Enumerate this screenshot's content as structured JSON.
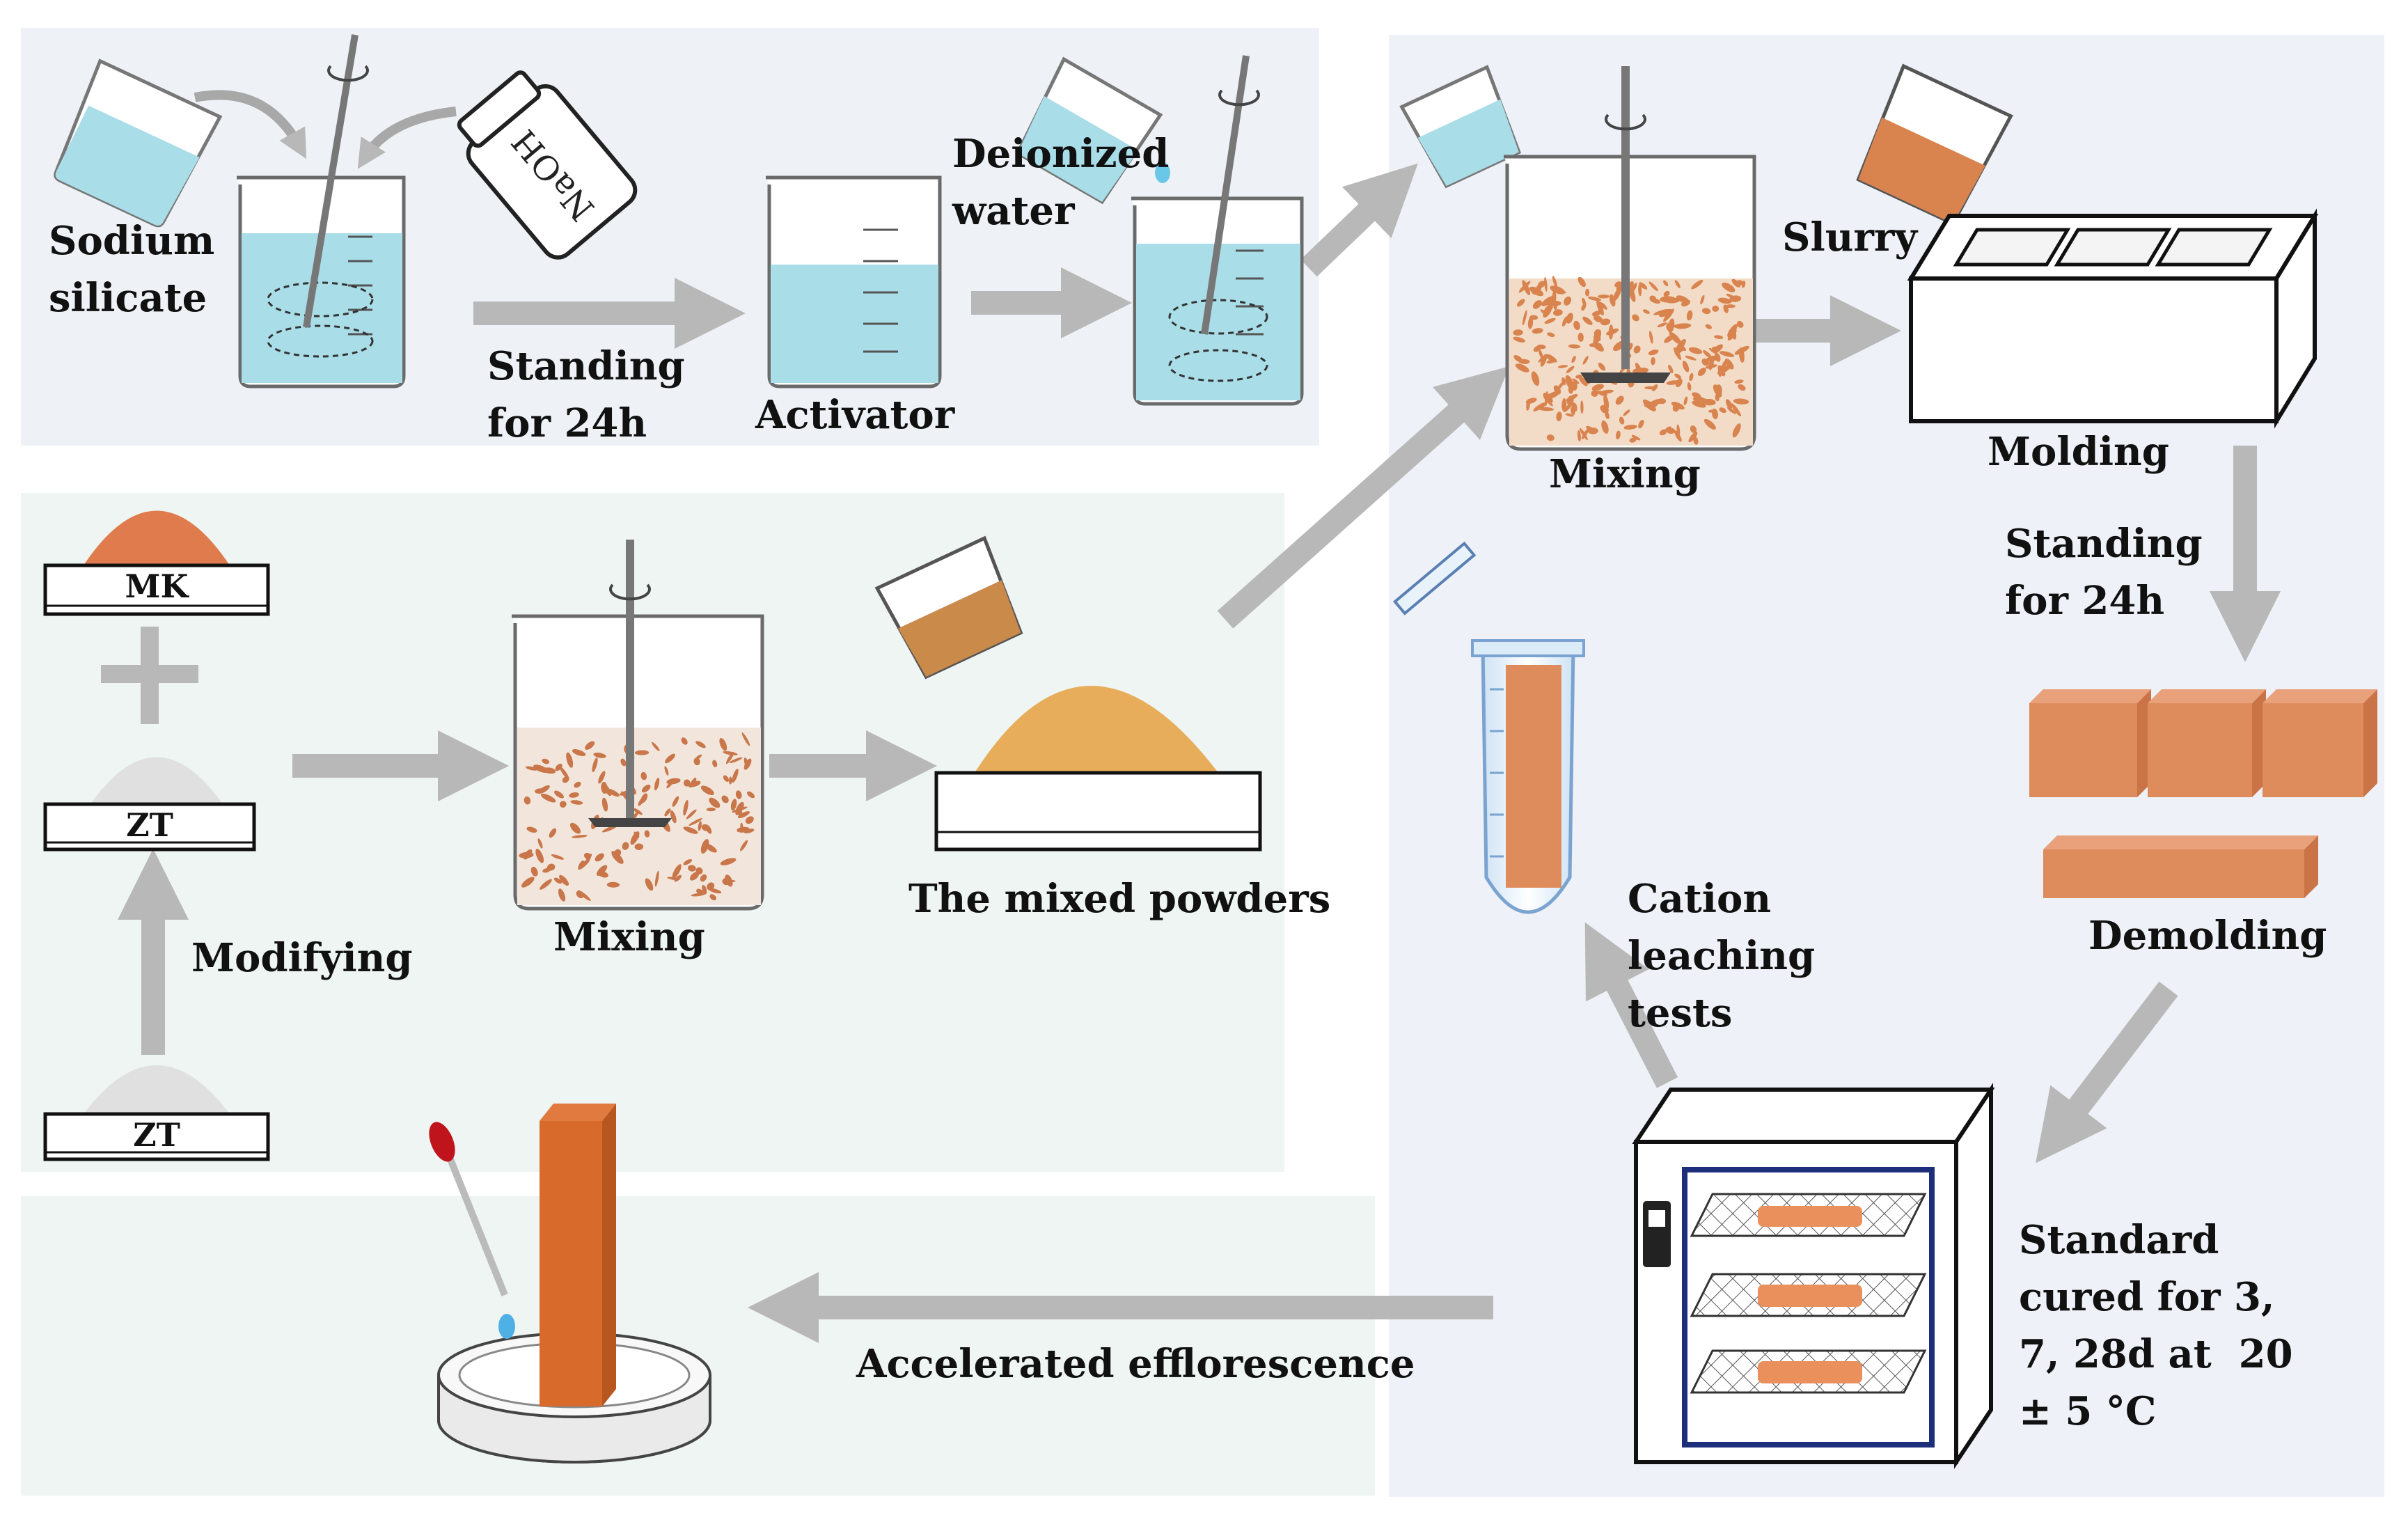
{
  "colors": {
    "panel_top_left": "#eef2f7",
    "panel_mid_left": "#eef5f2",
    "panel_right": "#eef1f7",
    "panel_bottom": "#eef5f2",
    "arrow": "#b8b8b8",
    "solution": "#a9dde8",
    "slurry": "#d9844f",
    "powder": "#e8ad5a",
    "block": "#de8c5c"
  },
  "labels": {
    "sodium_silicate": "Sodium\nsilicate",
    "naoh": "NaOH",
    "standing_24h_top": "Standing\nfor 24h",
    "activator": "Activator",
    "deionized_water": "Deionized\nwater",
    "slurry": "Slurry",
    "mixing_top": "Mixing",
    "molding": "Molding",
    "standing_24h_right": "Standing\nfor 24h",
    "mk": "MK",
    "zt_top": "ZT",
    "zt_bottom": "ZT",
    "modifying": "Modifying",
    "mixing_mid": "Mixing",
    "mixed_powders": "The mixed powders",
    "cation_leaching": "Cation\nleaching\ntests",
    "demolding": "Demolding",
    "standard_cured": "Standard\ncured for 3,\n7, 28d at  20\n± 5 °C",
    "accelerated_efflorescence": "Accelerated efflorescence"
  },
  "icons": [
    "beaker-icon",
    "stir-rod-icon",
    "naoh-bottle-icon",
    "pouring-beaker-icon",
    "mold-icon",
    "cube-block-icon",
    "curing-cabinet-icon",
    "test-tube-icon",
    "dropper-icon",
    "petri-dish-icon",
    "powder-tray-icon"
  ]
}
